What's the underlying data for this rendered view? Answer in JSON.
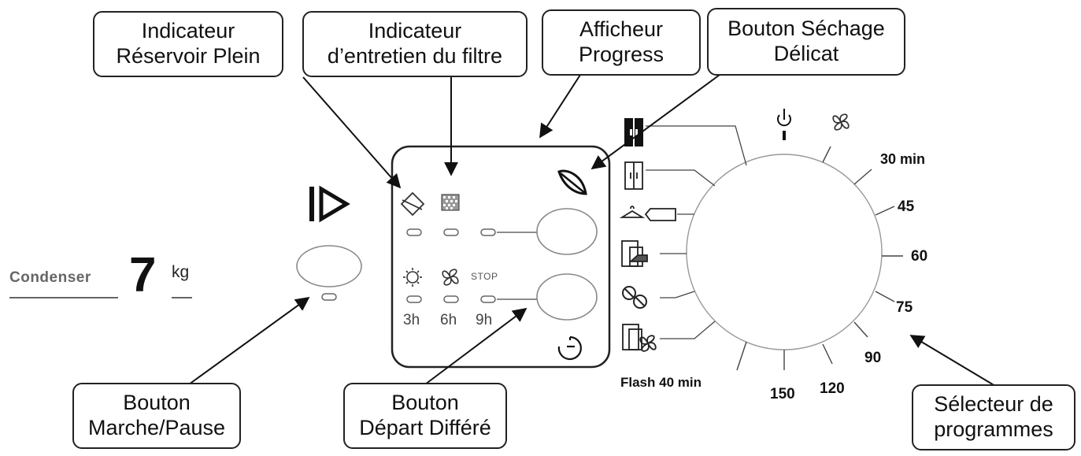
{
  "callouts": {
    "reservoir": {
      "line1": "Indicateur",
      "line2": "Réservoir Plein"
    },
    "filtre": {
      "line1": "Indicateur",
      "line2": "d’entretien du filtre"
    },
    "afficheur": {
      "line1": "Afficheur",
      "line2": "Progress"
    },
    "sechage": {
      "line1": "Bouton Séchage",
      "line2": "Délicat"
    },
    "marche": {
      "line1": "Bouton",
      "line2": "Marche/Pause"
    },
    "depart": {
      "line1": "Bouton",
      "line2": "Départ Différé"
    },
    "selecteur": {
      "line1": "Sélecteur de",
      "line2": "programmes"
    }
  },
  "brand": {
    "condenser": "Condenser",
    "capacity": "7",
    "unit": "kg"
  },
  "panel": {
    "delay_times": [
      "3h",
      "6h",
      "9h"
    ],
    "stop_label": "STOP"
  },
  "dial": {
    "labels": {
      "m30": "30 min",
      "m45": "45",
      "m60": "60",
      "m75": "75",
      "m90": "90",
      "m120": "120",
      "m150": "150",
      "flash": "Flash 40 min"
    }
  },
  "icons": [
    "play-pause-icon",
    "tank-full-icon",
    "filter-icon",
    "delicate-feather-icon",
    "dry-sun-icon",
    "fan-icon",
    "delay-timer-icon",
    "power-icon",
    "cool-fan-icon",
    "cupboard-extra-dry-icon",
    "cupboard-dry-icon",
    "hanger-iron-icon",
    "iron-dry-icon",
    "mixed-fabrics-icon",
    "cupboard-fan-icon"
  ]
}
